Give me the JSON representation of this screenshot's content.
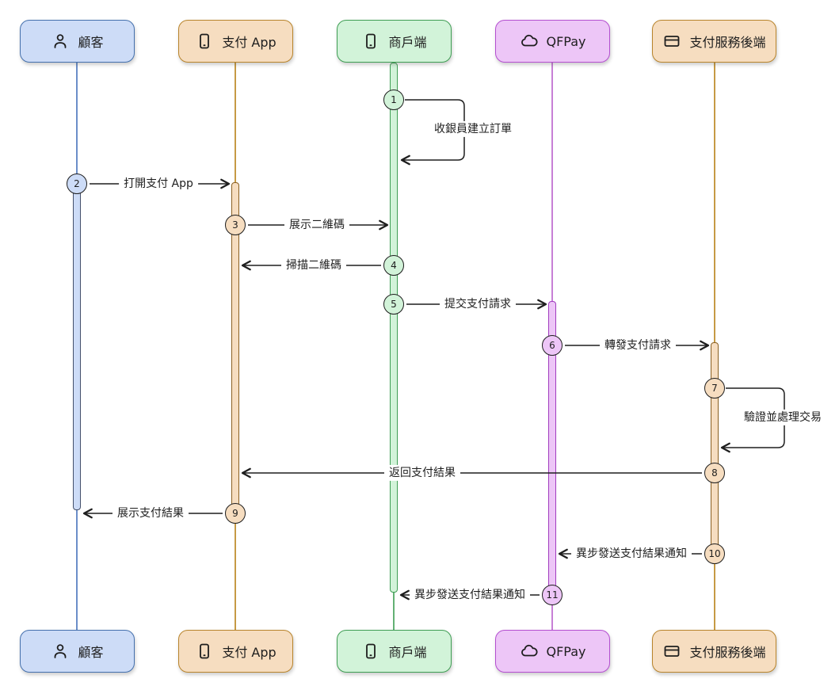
{
  "diagram": {
    "type": "sequence-diagram",
    "background": "#ffffff",
    "actors": [
      {
        "id": "customer",
        "label": "顧客",
        "icon": "person-icon",
        "fill": "#cddcf7",
        "stroke": "#4470ad"
      },
      {
        "id": "payment-app",
        "label": "支付 App",
        "icon": "smartphone-icon",
        "fill": "#f6ddc0",
        "stroke": "#b8842c"
      },
      {
        "id": "merchant",
        "label": "商戶端",
        "icon": "smartphone-icon",
        "fill": "#d2f3d9",
        "stroke": "#3f9e54"
      },
      {
        "id": "qfpay",
        "label": "QFPay",
        "icon": "cloud-icon",
        "fill": "#edc6f7",
        "stroke": "#b44fd0"
      },
      {
        "id": "backend",
        "label": "支付服務後端",
        "icon": "server-icon",
        "fill": "#f6ddc0",
        "stroke": "#b8842c"
      }
    ],
    "messages": [
      {
        "seq": "1",
        "text": "收銀員建立訂單",
        "from": "merchant",
        "to": "merchant",
        "kind": "self"
      },
      {
        "seq": "2",
        "text": "打開支付 App",
        "from": "customer",
        "to": "payment-app",
        "kind": "solid-right"
      },
      {
        "seq": "3",
        "text": "展示二維碼",
        "from": "payment-app",
        "to": "merchant",
        "kind": "solid-right"
      },
      {
        "seq": "4",
        "text": "掃描二維碼",
        "from": "merchant",
        "to": "payment-app",
        "kind": "solid-left"
      },
      {
        "seq": "5",
        "text": "提交支付請求",
        "from": "merchant",
        "to": "qfpay",
        "kind": "solid-right"
      },
      {
        "seq": "6",
        "text": "轉發支付請求",
        "from": "qfpay",
        "to": "backend",
        "kind": "solid-right"
      },
      {
        "seq": "7",
        "text": "驗證並處理交易",
        "from": "backend",
        "to": "backend",
        "kind": "self"
      },
      {
        "seq": "8",
        "text": "返回支付結果",
        "from": "backend",
        "to": "payment-app",
        "kind": "solid-left"
      },
      {
        "seq": "9",
        "text": "展示支付結果",
        "from": "payment-app",
        "to": "customer",
        "kind": "solid-left"
      },
      {
        "seq": "10",
        "text": "異步發送支付結果通知",
        "from": "backend",
        "to": "qfpay",
        "kind": "solid-left"
      },
      {
        "seq": "11",
        "text": "異步發送支付結果通知",
        "from": "qfpay",
        "to": "merchant",
        "kind": "solid-left"
      }
    ],
    "colors": {
      "line": "#1e1e1e",
      "text": "#1e1e1e"
    }
  }
}
